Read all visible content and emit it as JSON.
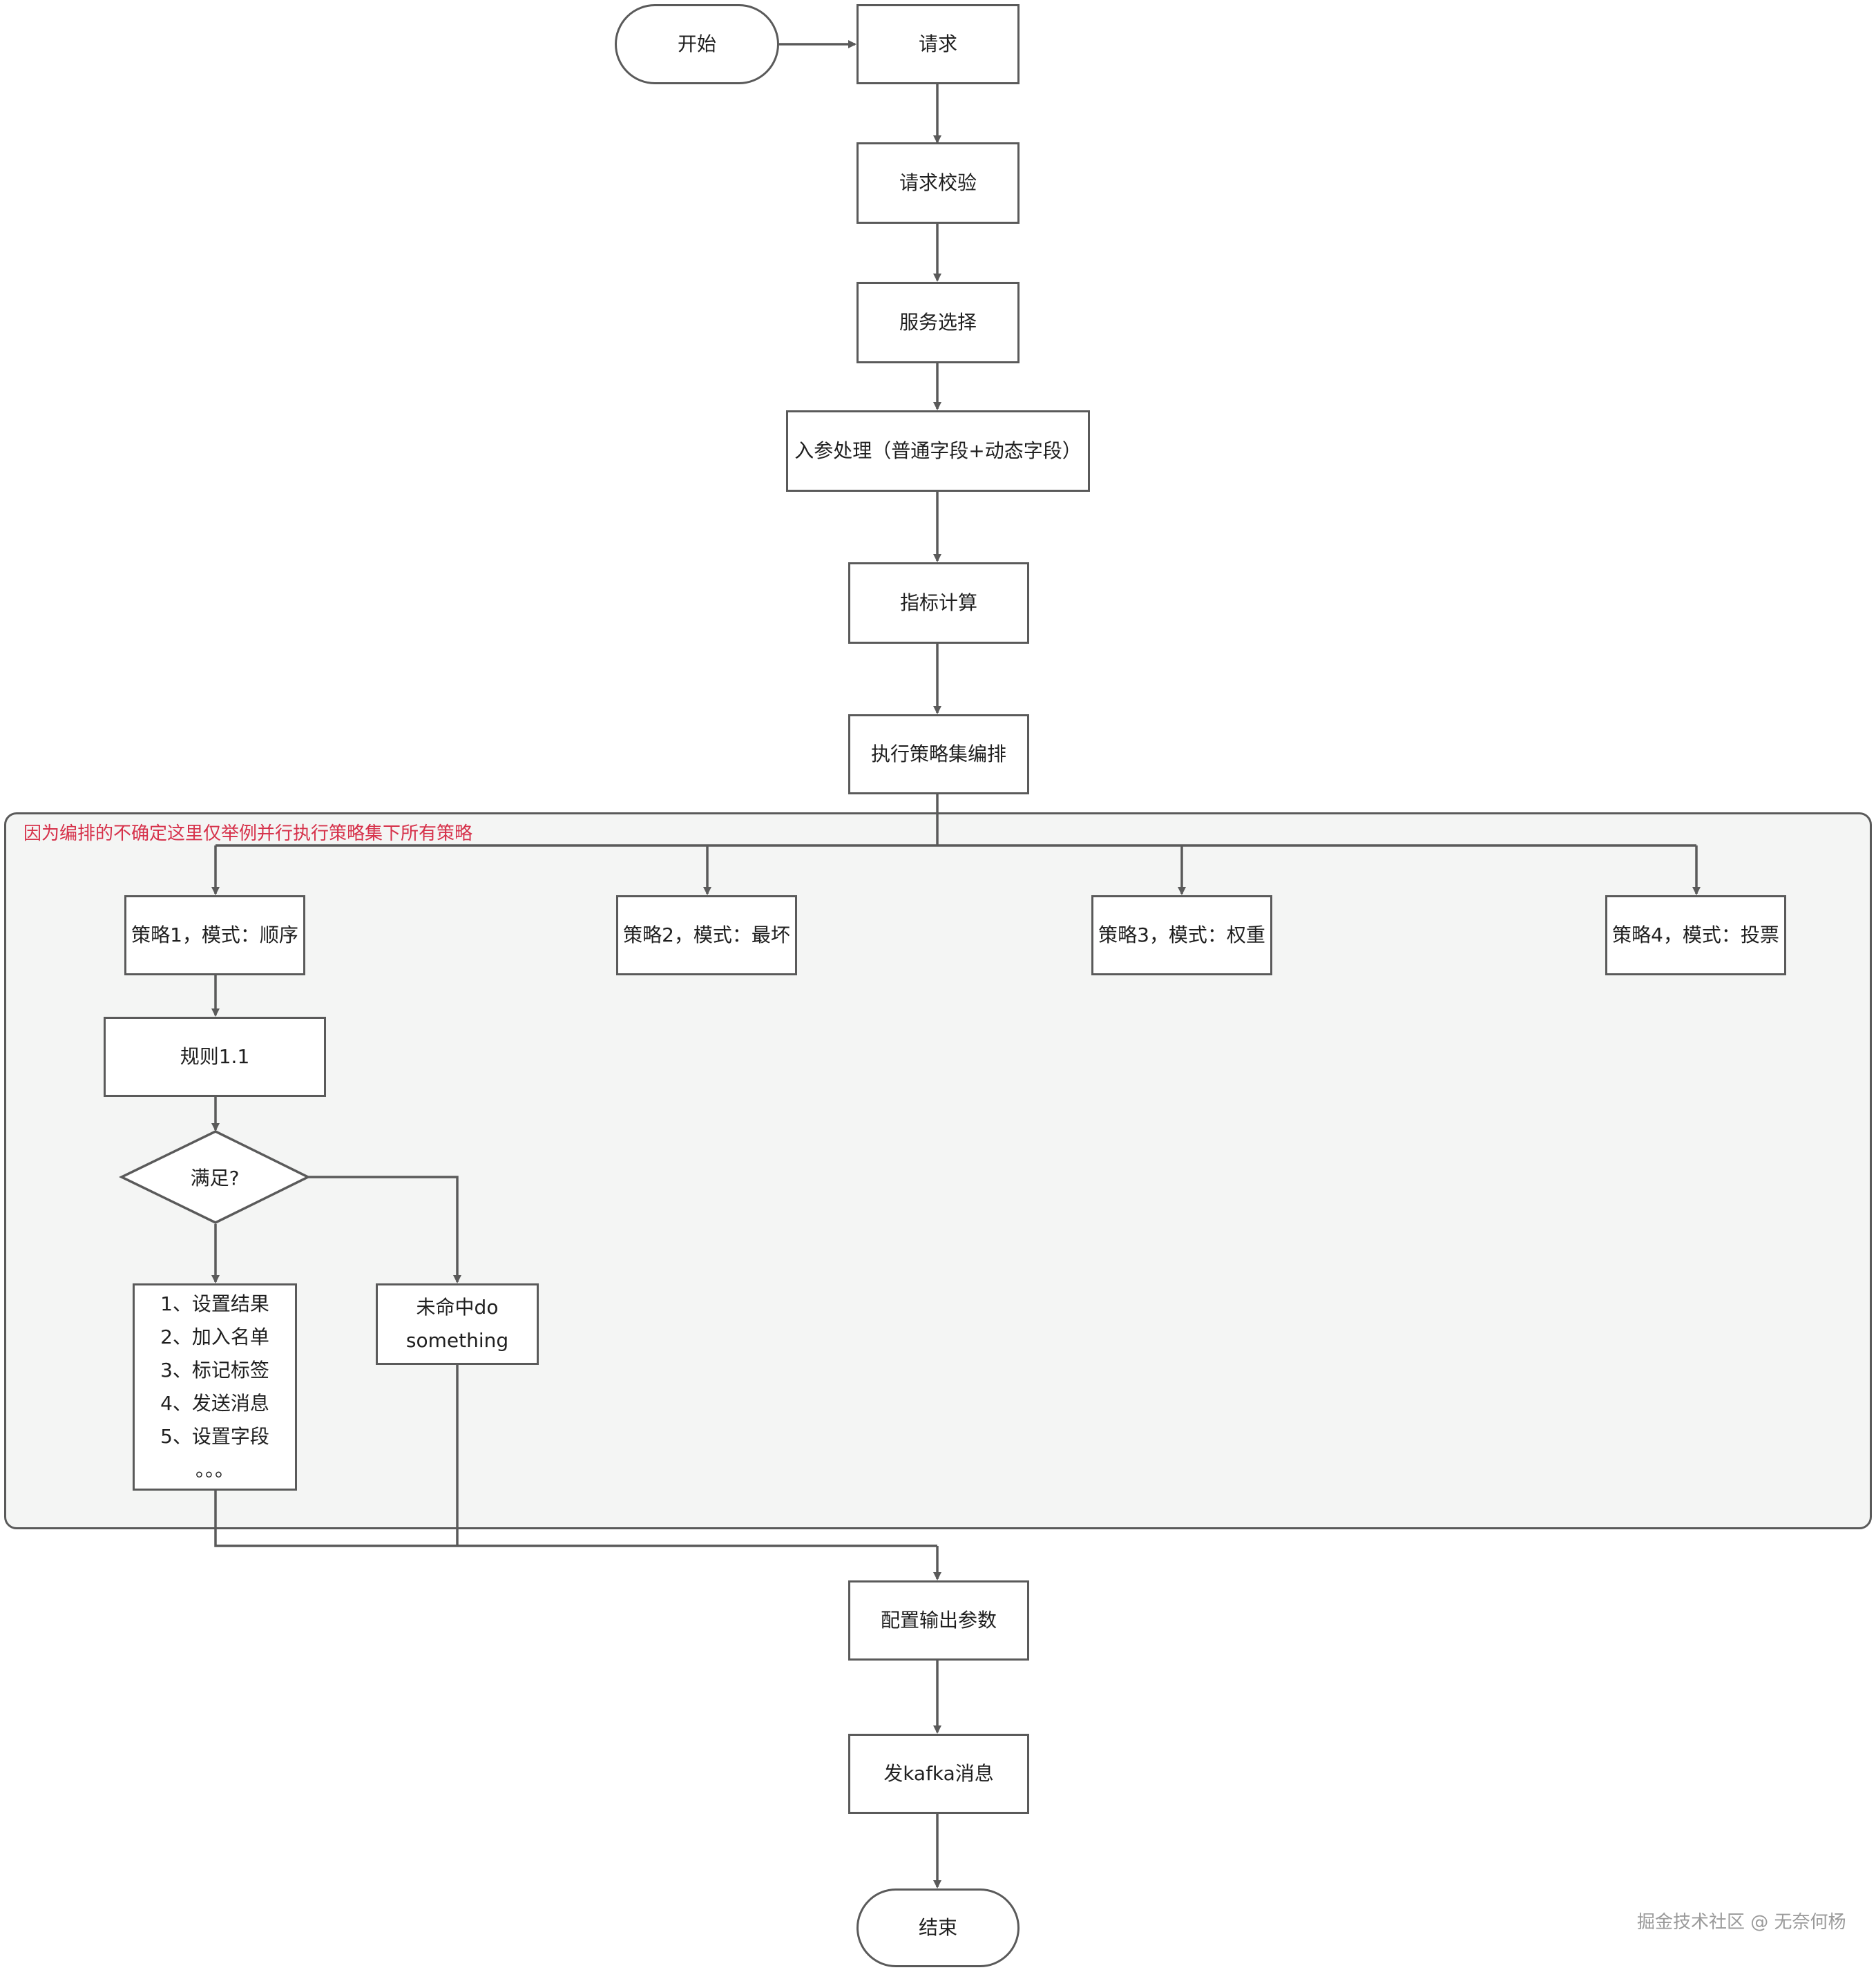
{
  "nodes": {
    "start": "开始",
    "request": "请求",
    "validate": "请求校验",
    "service_select": "服务选择",
    "param_process": "入参处理（普通字段+动态字段）",
    "metric_calc": "指标计算",
    "execute_strategy_set": "执行策略集编排",
    "strategy_1": "策略1，模式：顺序",
    "strategy_2": "策略2，模式：最坏",
    "strategy_3": "策略3，模式：权重",
    "strategy_4": "策略4，模式：投票",
    "rule_1_1": "规则1.1",
    "decision": "满足?",
    "actions": [
      "1、设置结果",
      "2、加入名单",
      "3、标记标签",
      "4、发送消息",
      "5、设置字段",
      "。。。"
    ],
    "miss": [
      "未命中do",
      "something"
    ],
    "output_params": "配置输出参数",
    "kafka": "发kafka消息",
    "end": "结束"
  },
  "group_label": "因为编排的不确定这里仅举例并行执行策略集下所有策略",
  "watermark": "掘金技术社区 @ 无奈何杨",
  "colors": {
    "line": "#5a5a5a",
    "group_fill": "#f4f5f4",
    "group_label": "#d6314a",
    "node_fill": "#ffffff"
  }
}
